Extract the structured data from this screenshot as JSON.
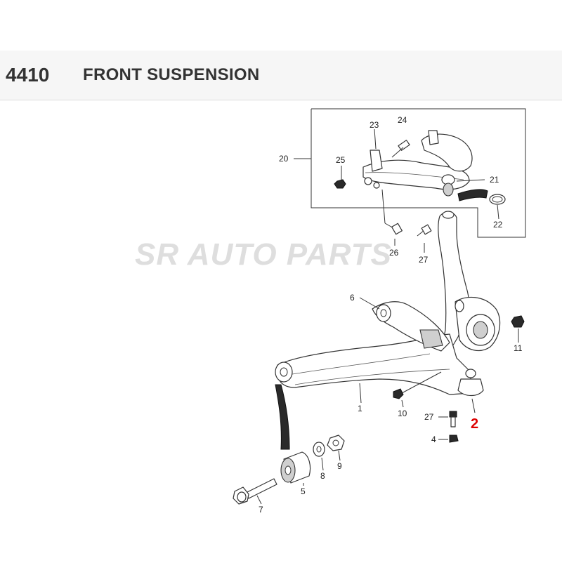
{
  "header": {
    "group_code": "4410",
    "group_title": "FRONT SUSPENSION"
  },
  "watermark": "SR AUTO PARTS",
  "colors": {
    "header_bg": "#f6f6f6",
    "highlight": "#dd0000",
    "watermark": "#dedede"
  },
  "callouts": [
    {
      "id": "1",
      "label": "1"
    },
    {
      "id": "2",
      "label": "2",
      "highlighted": true
    },
    {
      "id": "4",
      "label": "4"
    },
    {
      "id": "5",
      "label": "5"
    },
    {
      "id": "6",
      "label": "6"
    },
    {
      "id": "7",
      "label": "7"
    },
    {
      "id": "8",
      "label": "8"
    },
    {
      "id": "9",
      "label": "9"
    },
    {
      "id": "10",
      "label": "10"
    },
    {
      "id": "11",
      "label": "11"
    },
    {
      "id": "20",
      "label": "20"
    },
    {
      "id": "21",
      "label": "21"
    },
    {
      "id": "22",
      "label": "22"
    },
    {
      "id": "23",
      "label": "23"
    },
    {
      "id": "24",
      "label": "24"
    },
    {
      "id": "25",
      "label": "25"
    },
    {
      "id": "26",
      "label": "26"
    },
    {
      "id": "27a",
      "label": "27"
    },
    {
      "id": "27b",
      "label": "27"
    }
  ]
}
